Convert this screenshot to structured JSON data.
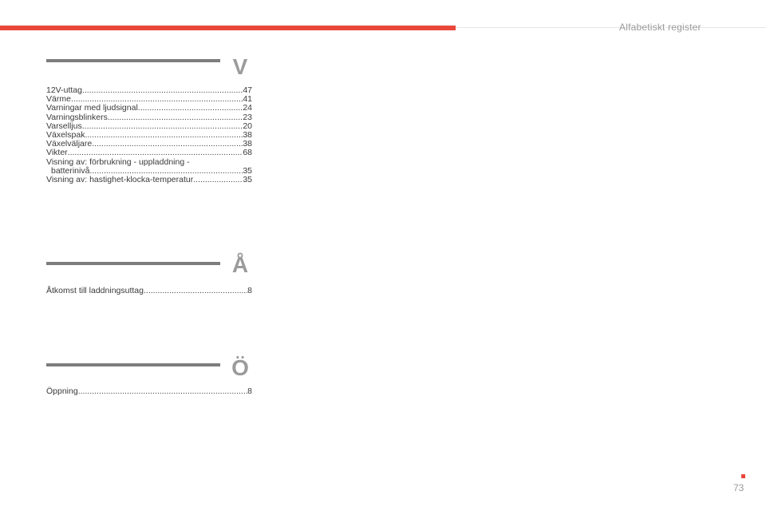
{
  "header": {
    "title": "Alfabetiskt register"
  },
  "sections": {
    "v": {
      "letter": "V",
      "entries": [
        {
          "label": "12V-uttag",
          "page": "47"
        },
        {
          "label": "Värme",
          "page": "41"
        },
        {
          "label": "Varningar med ljudsignal ",
          "page": "24"
        },
        {
          "label": "Varningsblinkers ",
          "page": "23"
        },
        {
          "label": "Varselljus",
          "page": "20"
        },
        {
          "label": "Växelspak",
          "page": "38"
        },
        {
          "label": "Växelväljare",
          "page": "38"
        },
        {
          "label": "Vikter ",
          "page": "68"
        },
        {
          "label_line1": "Visning av: förbrukning - uppladdning -",
          "label_line2": "batterinivå ",
          "page": "35"
        },
        {
          "label": "Visning av: hastighet-klocka-temperatur",
          "page": "35"
        }
      ]
    },
    "a_ring": {
      "letter": "Å",
      "entries": [
        {
          "label": "Åtkomst till laddningsuttag",
          "page": "8"
        }
      ]
    },
    "o_uml": {
      "letter": "Ö",
      "entries": [
        {
          "label": "Öppning",
          "page": "8"
        }
      ]
    }
  },
  "footer": {
    "page_number": "73"
  },
  "colors": {
    "accent": "#e8473a",
    "rule": "#7d7d7d",
    "letter": "#9b9b9b"
  }
}
